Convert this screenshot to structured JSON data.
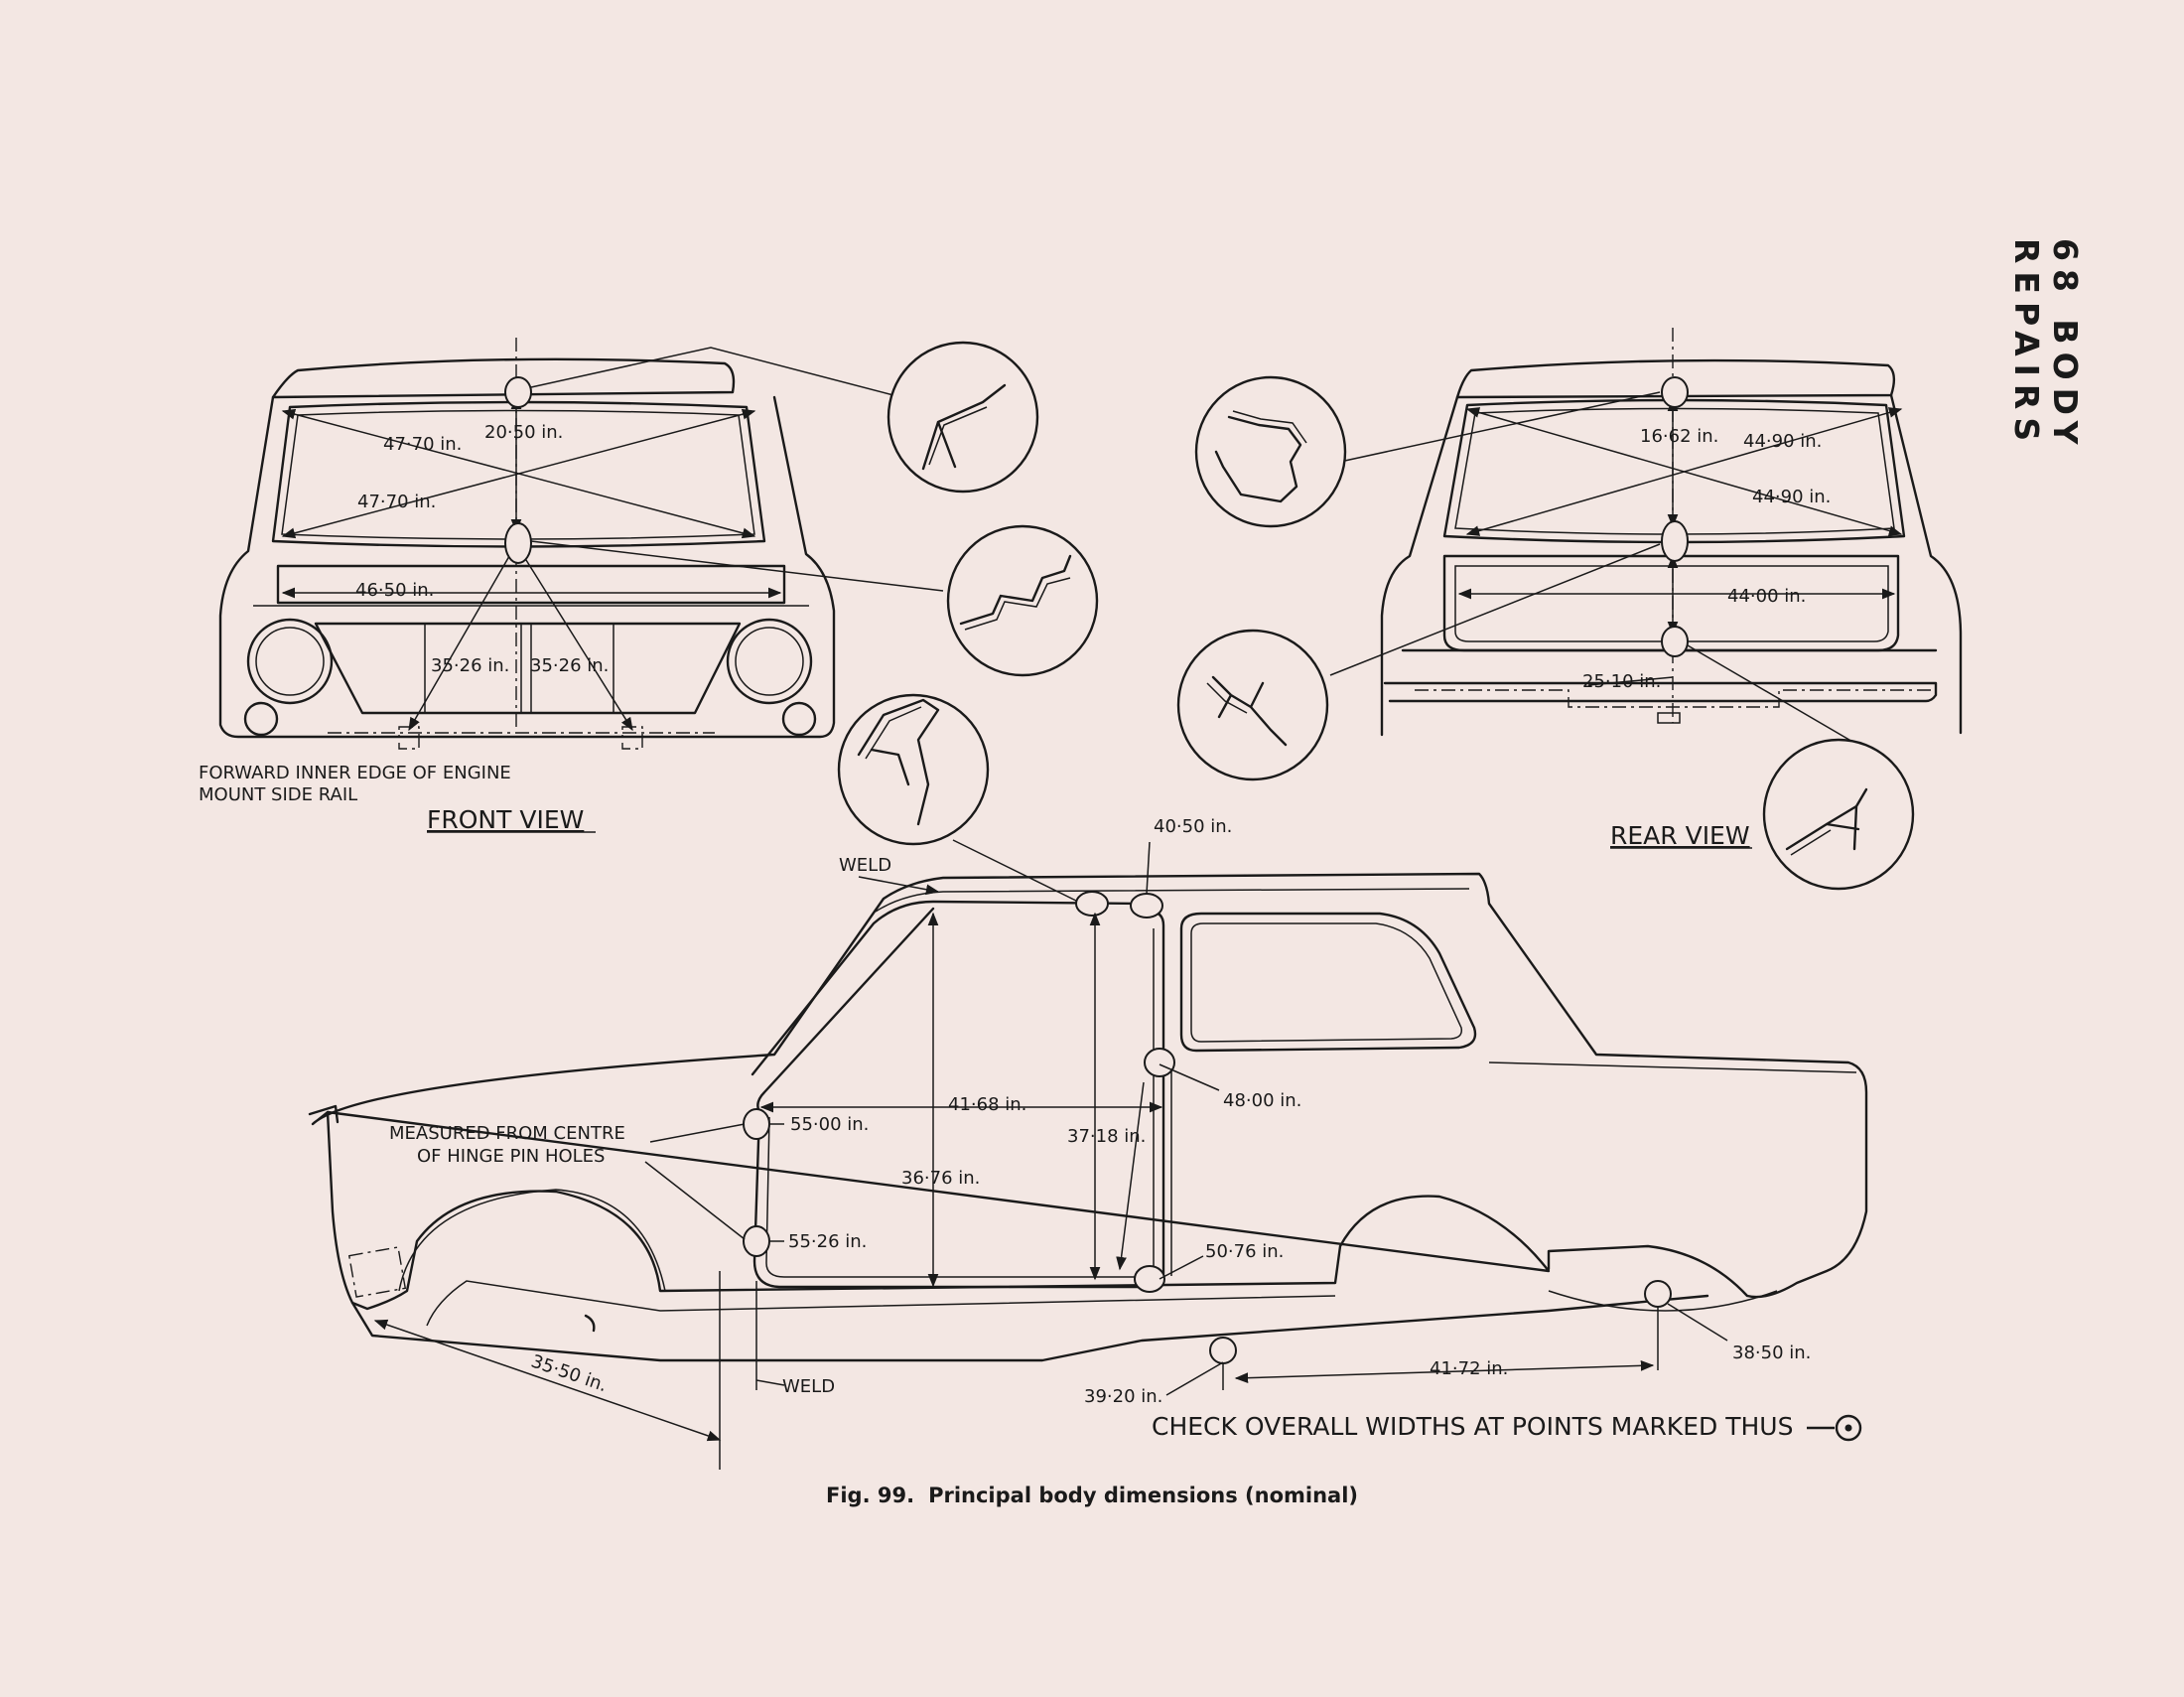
{
  "page": {
    "running_head": "68   BODY REPAIRS",
    "caption_fig": "Fig. 99.",
    "caption_text": "Principal body dimensions (nominal)",
    "check_note": "CHECK OVERALL WIDTHS AT POINTS MARKED THUS"
  },
  "front_view": {
    "title": "FRONT VIEW",
    "note_line1": "FORWARD INNER EDGE OF ENGINE",
    "note_line2": "MOUNT SIDE RAIL",
    "diagonal_upper": "47·70 in.",
    "diagonal_lower": "47·70 in.",
    "height_top": "20·50 in.",
    "width_panel": "46·50 in.",
    "rail_left": "35·26 in.",
    "rail_right": "35·26 in."
  },
  "rear_view": {
    "title": "REAR VIEW",
    "height_top": "16·62 in.",
    "diagonal_upper": "44·90 in.",
    "diagonal_lower": "44·90 in.",
    "width_panel": "44·00 in.",
    "height_lower": "25·10 in."
  },
  "side_view": {
    "weld_top": "WELD",
    "weld_bottom": "WELD",
    "roof_point": "40·50 in.",
    "hinge_note_line1": "MEASURED FROM CENTRE",
    "hinge_note_line2": "OF HINGE PIN HOLES",
    "hinge_upper": "55·00 in.",
    "hinge_lower": "55·26 in.",
    "door_width": "41·68 in.",
    "pillar_height": "37·18 in.",
    "door_height": "36·76 in.",
    "rear_pillar": "48·00 in.",
    "sill_rear": "50·76 in.",
    "front_overhang": "35·50 in.",
    "sill_point": "39·20 in.",
    "wheelbase_rear": "41·72 in.",
    "rear_point": "38·50 in."
  }
}
